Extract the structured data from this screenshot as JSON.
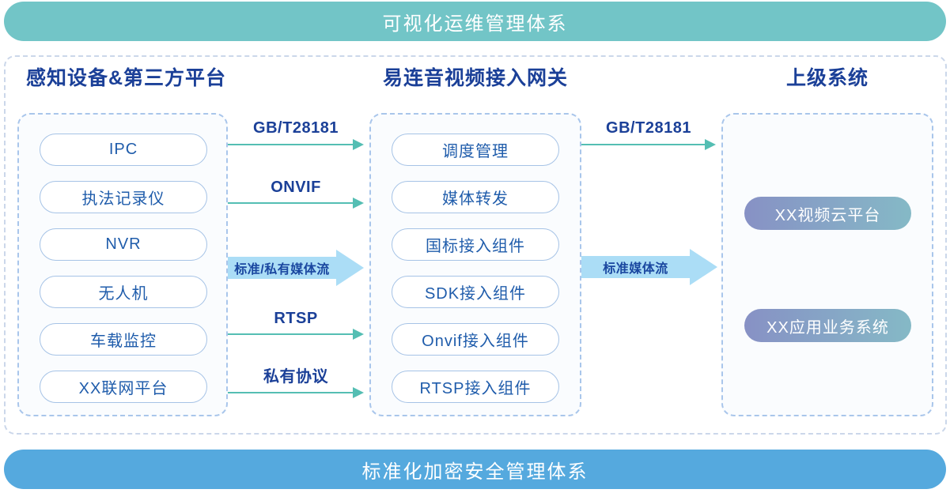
{
  "top_banner": {
    "label": "可视化运维管理体系"
  },
  "bottom_banner": {
    "label": "标准化加密安全管理体系"
  },
  "columns": {
    "devices": {
      "title": "感知设备&第三方平台",
      "items": [
        "IPC",
        "执法记录仪",
        "NVR",
        "无人机",
        "车载监控",
        "XX联网平台"
      ]
    },
    "gateway": {
      "title": "易连音视频接入网关",
      "items": [
        "调度管理",
        "媒体转发",
        "国标接入组件",
        "SDK接入组件",
        "Onvif接入组件",
        "RTSP接入组件"
      ]
    },
    "upper": {
      "title": "上级系统",
      "items": [
        "XX视频云平台",
        "XX应用业务系统"
      ]
    }
  },
  "flows": {
    "left_to_gateway": [
      {
        "type": "thin",
        "label": "GB/T28181"
      },
      {
        "type": "thin",
        "label": "ONVIF"
      },
      {
        "type": "thick",
        "label": "标准/私有媒体流"
      },
      {
        "type": "thin",
        "label": "RTSP"
      },
      {
        "type": "thin",
        "label": "私有协议"
      }
    ],
    "gateway_to_upper": [
      {
        "type": "thin",
        "label": "GB/T28181"
      },
      {
        "type": "thick",
        "label": "标准媒体流"
      }
    ]
  },
  "colors": {
    "top_banner": "#72C5C7",
    "bottom_banner": "#55A9DE",
    "heading_text": "#1B4098",
    "pill_text": "#1F5CAB",
    "pill_border": "#A6C3E6",
    "box_border": "#A9C6EB",
    "thin_arrow": "#54BEB3",
    "thick_arrow": "#ABDDF6",
    "gradient_pill_start": "#8791C5",
    "gradient_pill_end": "#85B9C6"
  }
}
